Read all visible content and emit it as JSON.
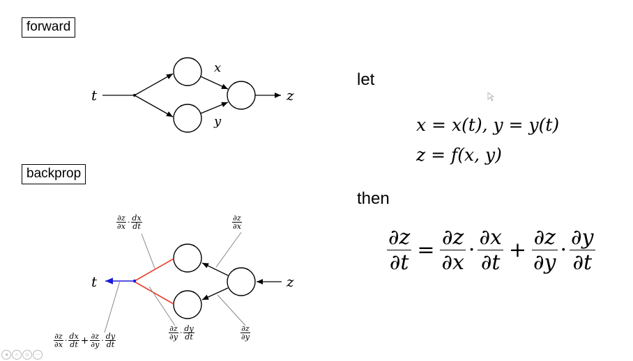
{
  "labels": {
    "forward": "forward",
    "backprop": "backprop",
    "let": "let",
    "then": "then"
  },
  "forward_diagram": {
    "input": "t",
    "top": "x",
    "bottom": "y",
    "output": "z"
  },
  "backprop_diagram": {
    "input": "t",
    "output": "z"
  },
  "definitions": {
    "line1": "x = x(t),  y = y(t)",
    "line2": "z = f(x, y)"
  },
  "chain_rule": {
    "lhs_num": "∂z",
    "lhs_den": "∂t",
    "eq": "=",
    "t1a_num": "∂z",
    "t1a_den": "∂x",
    "dot": "·",
    "t1b_num": "∂x",
    "t1b_den": "∂t",
    "plus": "+",
    "t2a_num": "∂z",
    "t2a_den": "∂y",
    "t2b_num": "∂y",
    "t2b_den": "∂t"
  },
  "annotations": {
    "top_left": {
      "a_num": "∂z",
      "a_den": "∂x",
      "dot": "·",
      "b_num": "dx",
      "b_den": "dt"
    },
    "top_right": {
      "num": "∂z",
      "den": "∂x"
    },
    "bottom_mid": {
      "a_num": "∂z",
      "a_den": "∂y",
      "dot": "·",
      "b_num": "dy",
      "b_den": "dt"
    },
    "bottom_right": {
      "num": "∂z",
      "den": "∂y"
    },
    "bottom_left": {
      "a_num": "∂z",
      "a_den": "∂x",
      "dot1": "·",
      "b_num": "dx",
      "b_den": "dt",
      "plus": "+",
      "c_num": "∂z",
      "c_den": "∂y",
      "dot2": "·",
      "d_num": "dy",
      "d_den": "dt"
    }
  },
  "colors": {
    "gradient_red": "#e8402b",
    "gradient_blue": "#1a1adc",
    "edge": "#000000"
  },
  "icons": [
    "nav-prev-icon",
    "zoom-icon",
    "page-icon",
    "menu-icon"
  ]
}
